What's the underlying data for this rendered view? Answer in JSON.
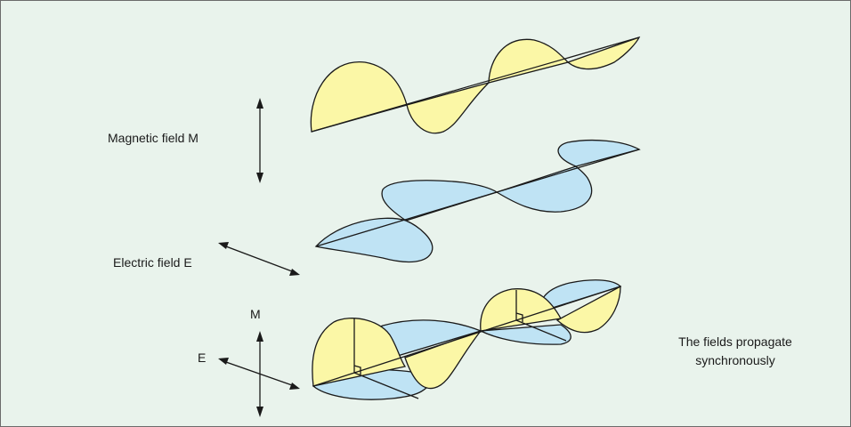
{
  "labels": {
    "magnetic": "Magnetic field M",
    "electric": "Electric field E",
    "m_short": "M",
    "e_short": "E",
    "note_line1": "The fields propagate",
    "note_line2": "synchronously"
  },
  "colors": {
    "background": "#e9f3ec",
    "magnetic_fill": "#fbf7a6",
    "electric_fill": "#bfe3f4",
    "stroke": "#1a1a1a"
  }
}
